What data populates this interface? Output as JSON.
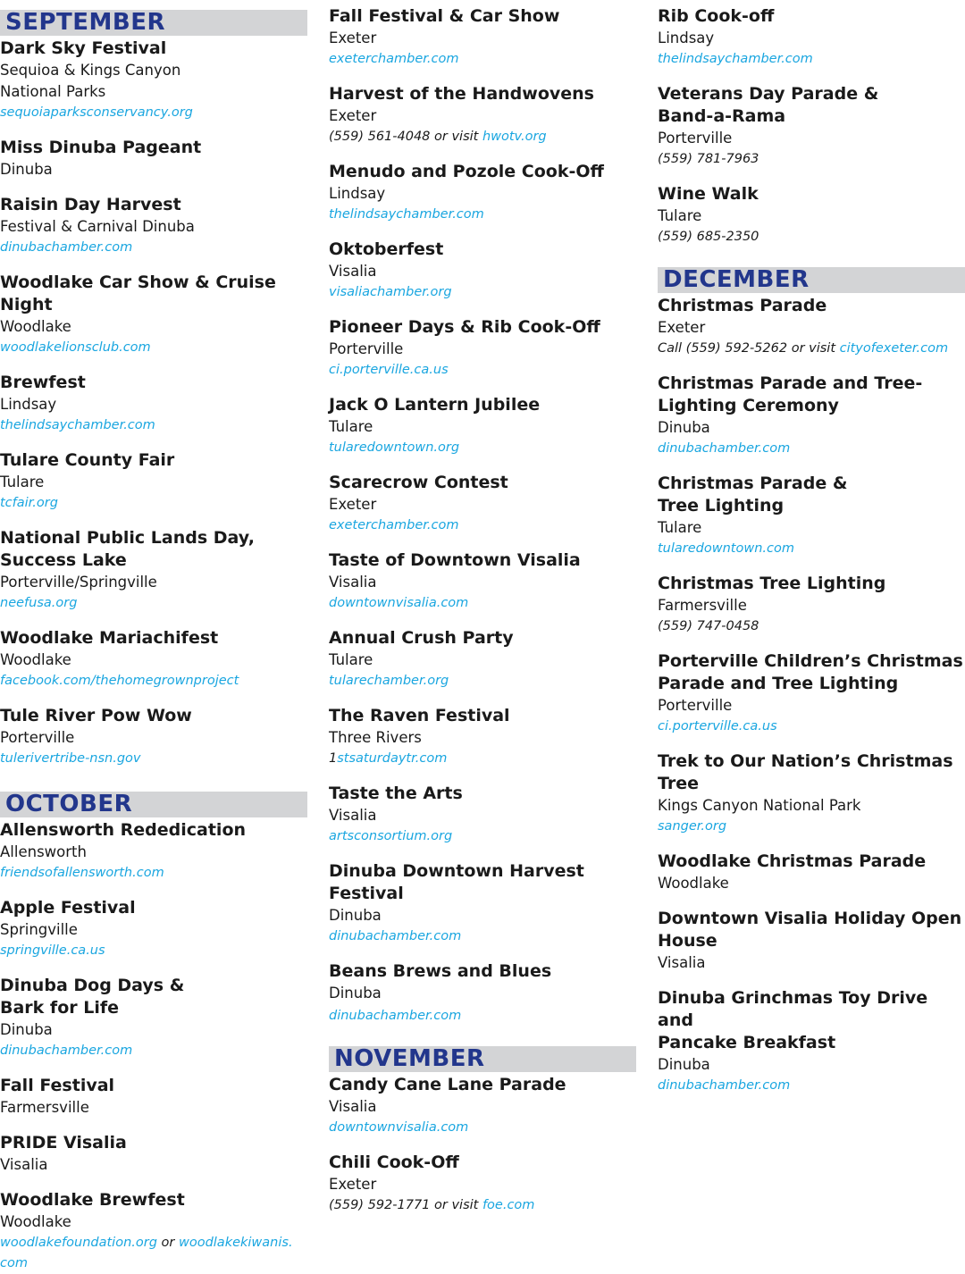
{
  "col1": {
    "sep_header": "SEPTEMBER",
    "sep": [
      {
        "title": "Dark Sky Festival",
        "loc": "Sequioa & Kings Canyon",
        "loc2": "National Parks",
        "url": "sequoiaparksconservancy.org"
      },
      {
        "title": "Miss Dinuba Pageant",
        "loc": "Dinuba"
      },
      {
        "title": "Raisin Day Harvest",
        "loc": "Festival & Carnival Dinuba",
        "url": "dinubachamber.com"
      },
      {
        "title": "Woodlake Car Show & Cruise",
        "title2": "Night",
        "loc": "Woodlake",
        "url": "woodlakelionsclub.com"
      },
      {
        "title": "Brewfest",
        "loc": "Lindsay",
        "url": "thelindsaychamber.com"
      },
      {
        "title": "Tulare County Fair",
        "loc": "Tulare",
        "url": "tcfair.org"
      },
      {
        "title": "National Public Lands Day,",
        "title2": "Success Lake",
        "loc": "Porterville/Springville",
        "url": "neefusa.org"
      },
      {
        "title": "Woodlake Mariachifest",
        "loc": "Woodlake",
        "url": "facebook.com/thehomegrownproject"
      },
      {
        "title": "Tule River Pow Wow",
        "loc": "Porterville",
        "url": "tulerivertribe-nsn.gov"
      }
    ],
    "oct_header": "OCTOBER",
    "oct": [
      {
        "title": "Allensworth Rededication",
        "loc": "Allensworth",
        "url": "friendsofallensworth.com"
      },
      {
        "title": "Apple Festival",
        "loc": "Springville",
        "url": "springville.ca.us"
      },
      {
        "title": "Dinuba Dog Days &",
        "title2": "Bark for Life",
        "loc": "Dinuba",
        "url": "dinubachamber.com"
      },
      {
        "title": "Fall Festival",
        "loc": "Farmersville"
      },
      {
        "title": "PRIDE Visalia",
        "loc": "Visalia"
      },
      {
        "title": "Woodlake Brewfest",
        "loc": "Woodlake",
        "url": "woodlakefoundation.org",
        "or": " or ",
        "url2": "woodlakekiwanis.",
        "url3": "com"
      }
    ]
  },
  "col2": {
    "oct": [
      {
        "title": "Fall Festival & Car Show",
        "loc": "Exeter",
        "url": "exeterchamber.com"
      },
      {
        "title": "Harvest of the Handwovens",
        "loc": "Exeter",
        "phone": "(559) 561-4048 or visit ",
        "url": "hwotv.org"
      },
      {
        "title": "Menudo and Pozole Cook-Off",
        "loc": "Lindsay",
        "url": "thelindsaychamber.com"
      },
      {
        "title": "Oktoberfest",
        "loc": "Visalia",
        "url": "visaliachamber.org"
      },
      {
        "title": "Pioneer Days & Rib Cook-Off",
        "loc": "Porterville",
        "url": "ci.porterville.ca.us"
      },
      {
        "title": "Jack O Lantern Jubilee",
        "loc": "Tulare",
        "url": "tularedowntown.org"
      },
      {
        "title": "Scarecrow Contest",
        "loc": "Exeter",
        "url": "exeterchamber.com"
      },
      {
        "title": "Taste of Downtown Visalia",
        "loc": "Visalia",
        "url": "downtownvisalia.com"
      },
      {
        "title": "Annual Crush Party",
        "loc": "Tulare",
        "url": "tularechamber.org"
      },
      {
        "title": "The Raven Festival",
        "loc": "Three Rivers",
        "url_prefix": "1",
        "url": "stsaturdaytr.com"
      },
      {
        "title": "Taste the Arts",
        "loc": "Visalia",
        "url": "artsconsortium.org"
      },
      {
        "title": "Dinuba Downtown Harvest",
        "title2": "Festival",
        "loc": "Dinuba",
        "url": "dinubachamber.com"
      },
      {
        "title": "Beans Brews and Blues",
        "loc": "Dinuba",
        "url": "dinubachamber.com"
      }
    ],
    "nov_header": "NOVEMBER",
    "nov": [
      {
        "title": "Candy Cane Lane Parade",
        "loc": "Visalia",
        "url": "downtownvisalia.com"
      },
      {
        "title": "Chili Cook-Off",
        "loc": "Exeter",
        "phone": "(559) 592-1771 or visit ",
        "url": "foe.com"
      }
    ]
  },
  "col3": {
    "nov": [
      {
        "title": "Rib Cook-off",
        "loc": "Lindsay",
        "url": "thelindsaychamber.com"
      },
      {
        "title": "Veterans Day Parade &",
        "title2": "Band-a-Rama",
        "loc": "Porterville",
        "phone": "(559) 781-7963"
      },
      {
        "title": "Wine Walk",
        "loc": "Tulare",
        "phone": "(559) 685-2350"
      }
    ],
    "dec_header": "DECEMBER",
    "dec": [
      {
        "title": "Christmas Parade",
        "loc": "Exeter",
        "phone": "Call (559) 592-5262 or visit ",
        "url": "cityofexeter.com"
      },
      {
        "title": "Christmas Parade and Tree-",
        "title2": "Lighting Ceremony",
        "loc": "Dinuba",
        "url": "dinubachamber.com"
      },
      {
        "title": "Christmas Parade &",
        "title2": "Tree Lighting",
        "loc": "Tulare",
        "url": "tularedowntown.com"
      },
      {
        "title": "Christmas Tree Lighting",
        "loc": "Farmersville",
        "phone": "(559) 747-0458"
      },
      {
        "title": "Porterville Children’s Christmas",
        "title2": "Parade and Tree Lighting",
        "loc": "Porterville",
        "url": "ci.porterville.ca.us"
      },
      {
        "title": "Trek to Our Nation’s Christmas",
        "title2": "Tree",
        "loc": "Kings Canyon National Park",
        "url": "sanger.org"
      },
      {
        "title": "Woodlake Christmas Parade",
        "loc": "Woodlake"
      },
      {
        "title": "Downtown Visalia Holiday Open",
        "title2": "House",
        "loc": "Visalia"
      },
      {
        "title": "Dinuba Grinchmas Toy Drive and",
        "title2": "Pancake Breakfast",
        "loc": "Dinuba",
        "url": "dinubachamber.com"
      }
    ]
  }
}
